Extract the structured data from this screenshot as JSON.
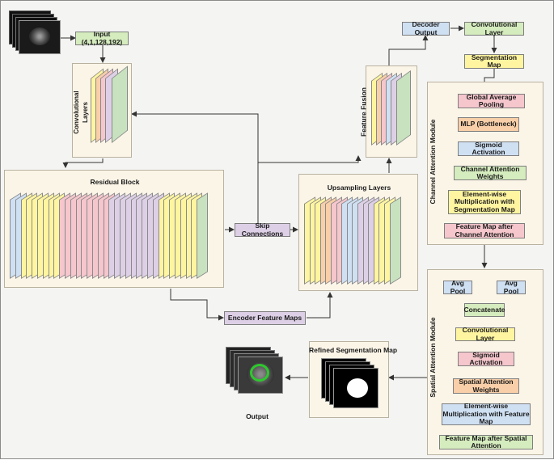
{
  "colors": {
    "green": "#d5ecbe",
    "yellow": "#fff5a0",
    "blue": "#cfe0f3",
    "pink": "#f5c6cc",
    "orange": "#f8cfa8",
    "purple": "#ddd0e6",
    "panel": "#fbf5e8",
    "arrow": "#333333"
  },
  "input_box": "Input (4,1,128,192)",
  "conv_layers_label": "Convolutional Layers",
  "residual_block_label": "Residual Block",
  "skip_connections": "Skip Connections",
  "encoder_feature_maps": "Encoder Feature Maps",
  "upsampling_label": "Upsampling Layers",
  "feature_fusion_label": "Feature Fusion",
  "decoder_output": "Decoder Output",
  "conv_layer_top": "Convolutional Layer",
  "segmentation_map": "Segmentation Map",
  "channel_module": {
    "title": "Channel Attention Module",
    "steps": [
      "Global Average Pooling",
      "MLP (Bottleneck)",
      "Sigmoid Activation",
      "Channel Attention Weights",
      "Element-wise Multiplication with Segmentation Map",
      "Feature Map after Channel Attention"
    ]
  },
  "spatial_module": {
    "title": "Spatial Attention Module",
    "avg_pool_left": "Avg Pool",
    "avg_pool_right": "Avg Pool",
    "steps": [
      "Concatenate",
      "Convolutional Layer",
      "Sigmoid Activation",
      "Spatial Attention Weights",
      "Element-wise Multiplication with Feature Map",
      "Feature Map after Spatial Attention"
    ]
  },
  "refined_label": "Refined Segmentation Map",
  "output_label": "Output"
}
